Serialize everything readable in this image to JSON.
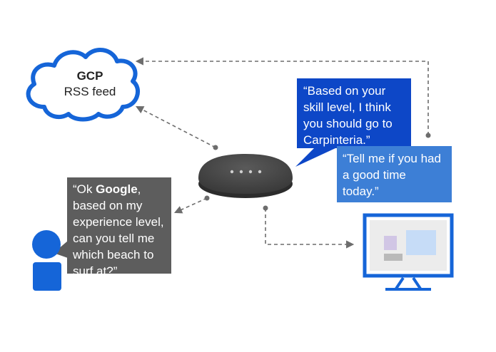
{
  "cloud": {
    "title": "GCP",
    "subtitle": "RSS feed",
    "icon": "cloud-icon",
    "border_color": "#1565d8"
  },
  "user_bubble": {
    "lines": [
      "“Ok Google,",
      "based on my",
      "experience level,",
      "can you tell me",
      "which beach to",
      "surf at?”"
    ],
    "emphasis": "Google",
    "color": "#5d5d5d"
  },
  "assistant_bubble": {
    "lines": [
      "“Based on your",
      "skill level, I think",
      "you should go to",
      "Carpinteria.”"
    ],
    "color": "#0d47c7"
  },
  "followup_bubble": {
    "lines": [
      "“Tell me if you had",
      "a good time",
      "today.”"
    ],
    "color": "#3d7fd6"
  },
  "icons": {
    "user": "person-icon",
    "speaker": "smart-speaker-icon",
    "monitor": "monitor-icon"
  },
  "colors": {
    "arrow": "#6d6d6d",
    "speaker": "#4a4a4a",
    "accent": "#1565d8"
  }
}
